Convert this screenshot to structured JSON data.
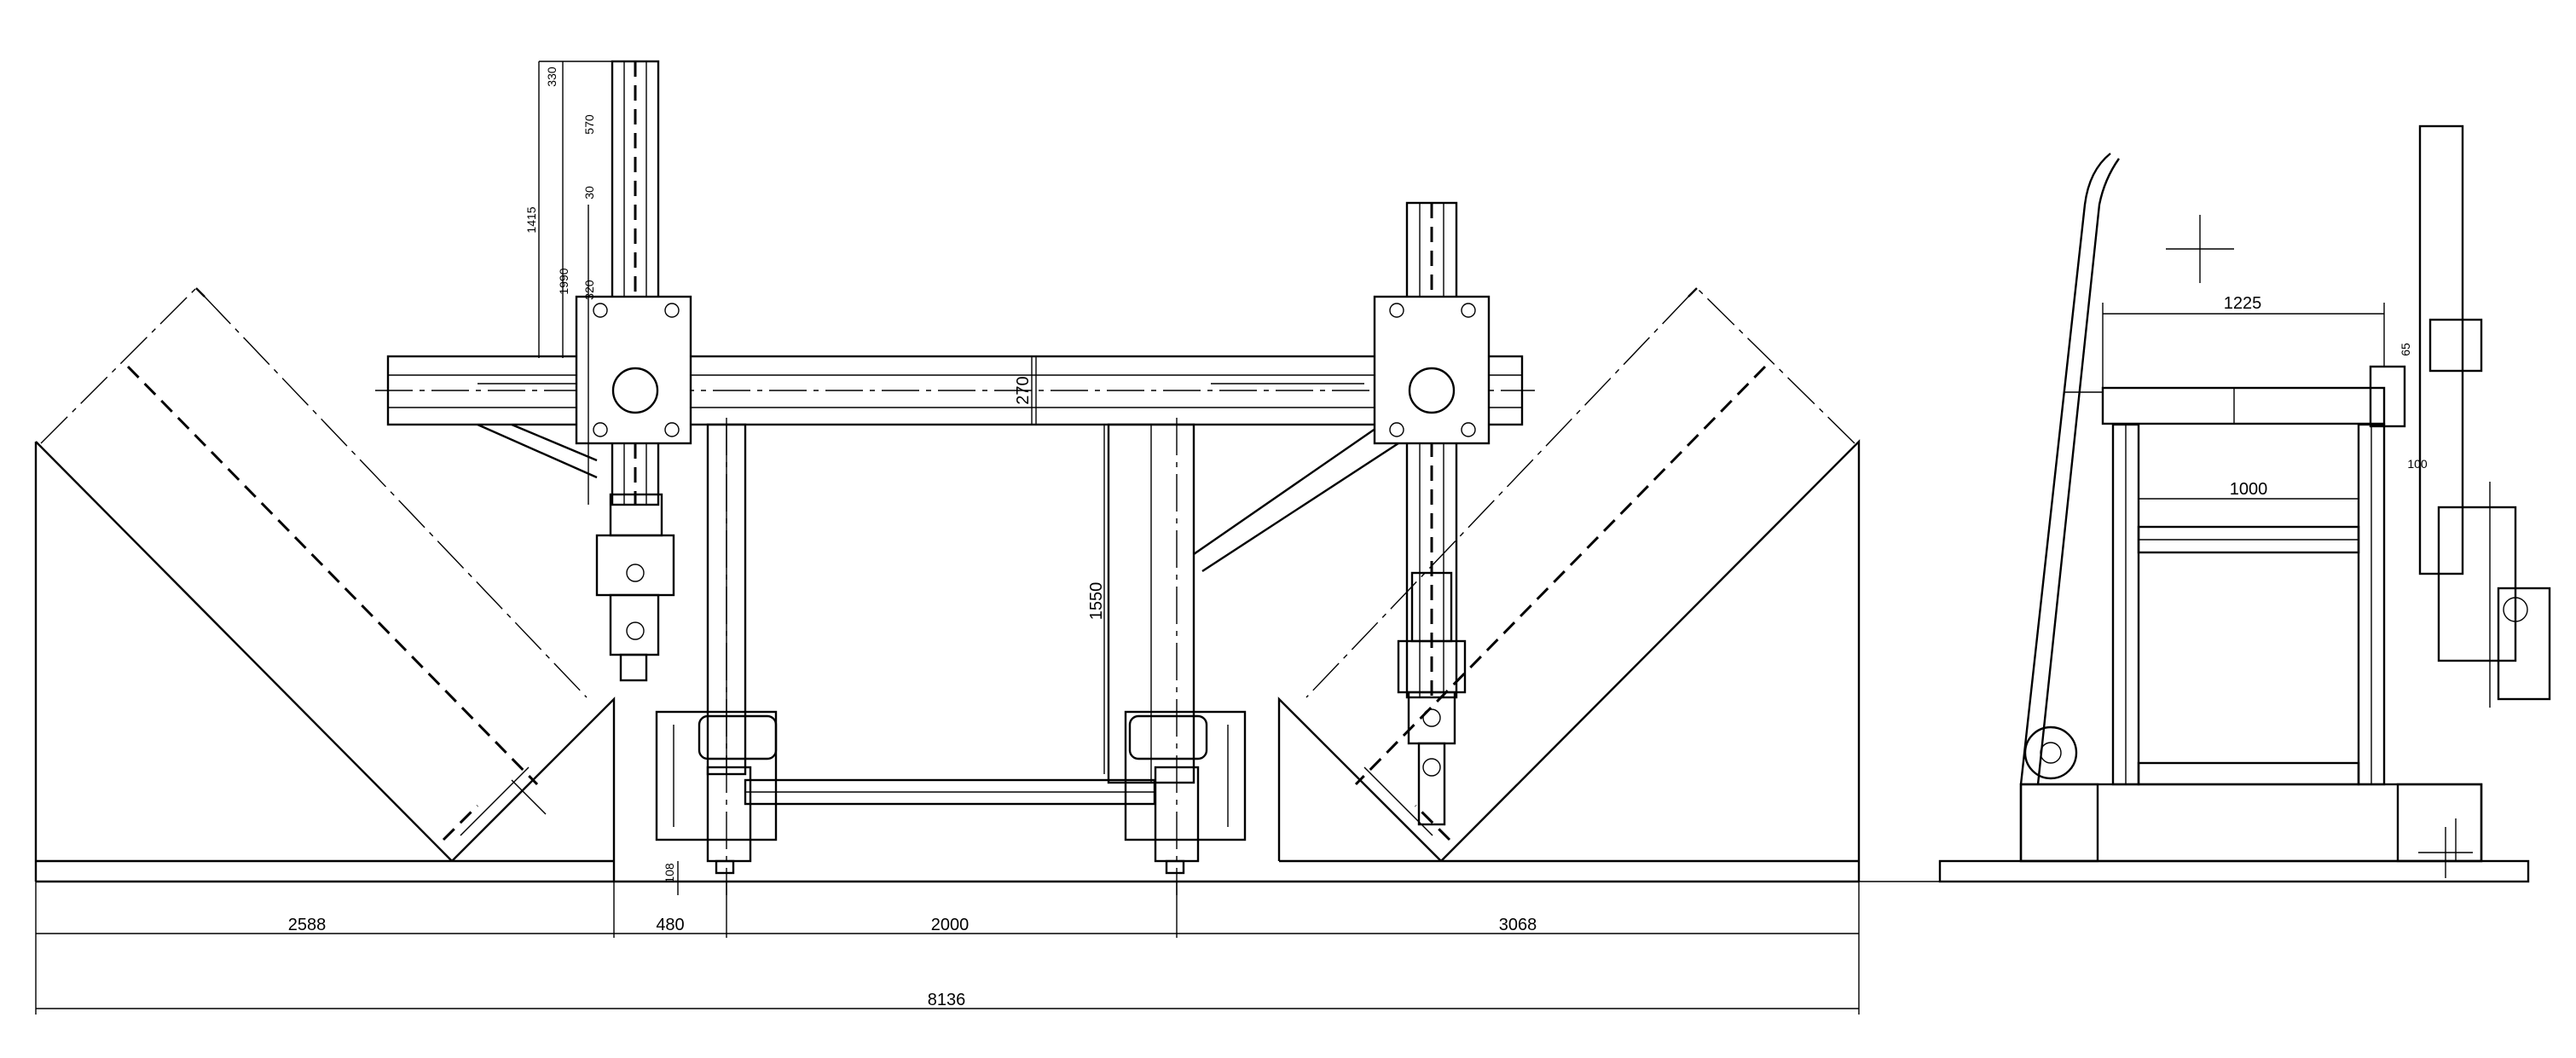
{
  "dimensions": {
    "total_width": "8136",
    "left_zone": "2588",
    "base_offset": "480",
    "track_gauge": "2000",
    "right_zone": "3068",
    "column_height": "1550",
    "beam_height": "270",
    "wheel_height": "108",
    "mast_travel": "1415",
    "mast_seg_a": "330",
    "mast_seg_b": "570",
    "mast_seg_c": "30",
    "mast_seg_d": "1990",
    "mast_seg_e": "320",
    "side_arm_length": "1225",
    "side_frame_width": "1000",
    "side_head_offset": "100",
    "side_small": "65"
  }
}
